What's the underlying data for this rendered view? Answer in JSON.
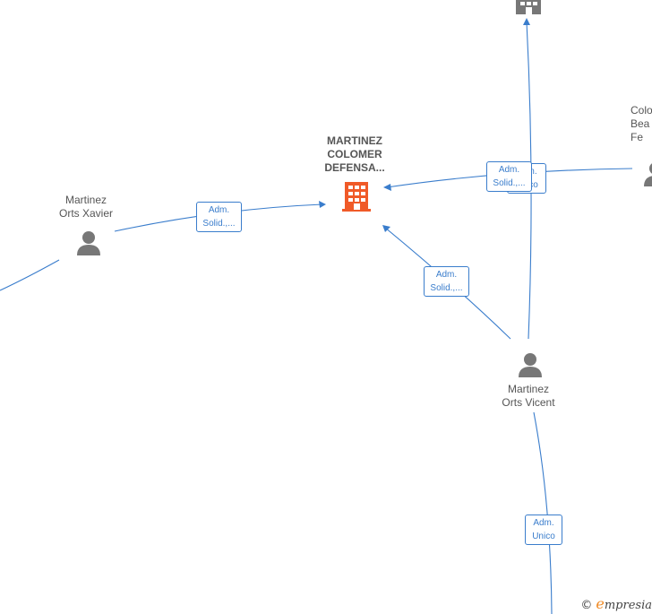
{
  "nodes": {
    "company_main": {
      "label": "MARTINEZ\nCOLOMER\nDEFENSA...",
      "color": "#f05a28"
    },
    "company_top": {
      "label": ""
    },
    "person_xavier": {
      "label": "Martinez\nOrts Xavier"
    },
    "person_vicent": {
      "label": "Martinez\nOrts Vicent"
    },
    "person_colomer": {
      "label": "Colo\nBea\nFe"
    }
  },
  "edges": {
    "xavier_main": {
      "label": "Adm.\nSolid.,..."
    },
    "colomer_main": {
      "label": "Adm.\nSolid.,..."
    },
    "colomer_unico_partial": {
      "label": "Adm.\nUnico"
    },
    "vicent_main": {
      "label": "Adm.\nSolid.,..."
    },
    "vicent_bottom": {
      "label": "Adm.\nUnico"
    }
  },
  "watermark": {
    "symbol": "©",
    "brand_initial": "e",
    "brand_rest": "mpresia"
  },
  "colors": {
    "edge": "#3a7dcc",
    "person": "#777777",
    "company_main": "#f05a28",
    "company_other": "#777777"
  }
}
